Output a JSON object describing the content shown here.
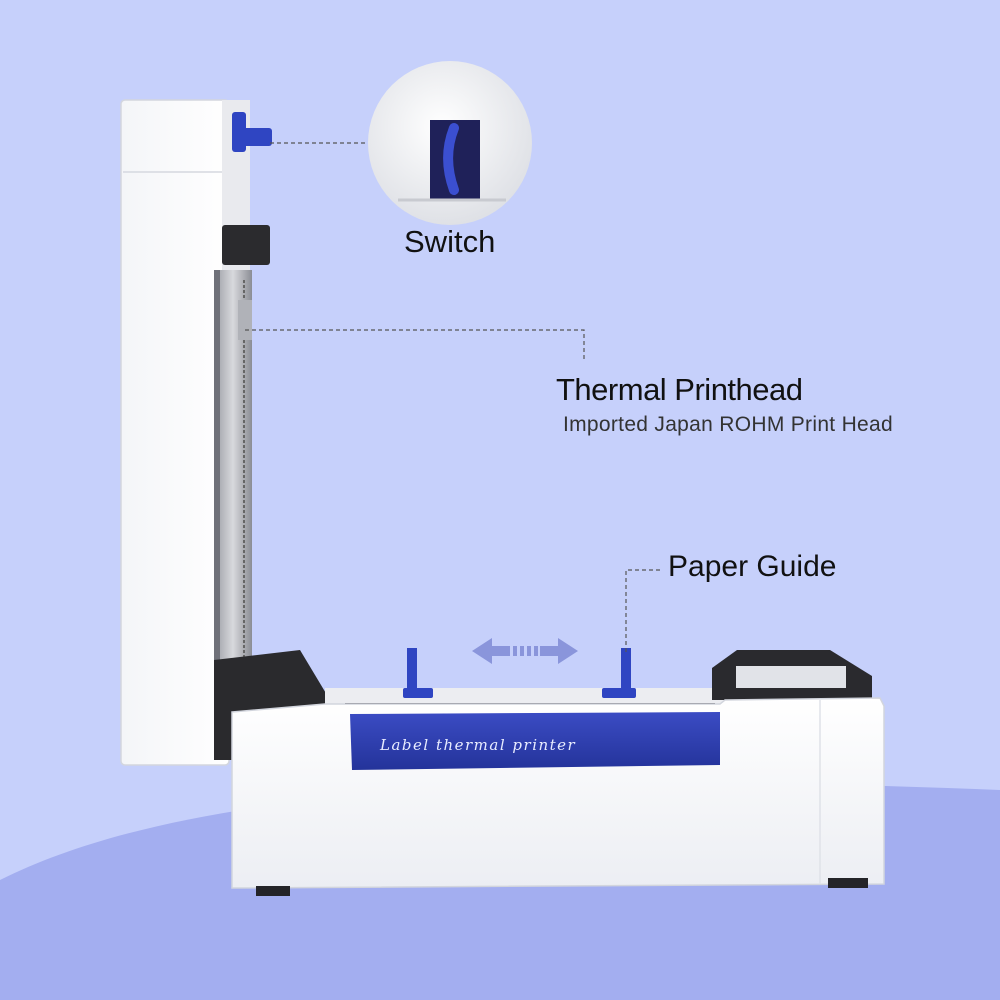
{
  "callouts": {
    "switch": "Switch",
    "thermal_printhead": "Thermal Printhead",
    "printhead_detail": "Imported Japan ROHM Print Head",
    "paper_guide": "Paper Guide"
  },
  "printer": {
    "front_text": "Label thermal printer"
  },
  "colors": {
    "background": "#c6d0fb",
    "floor": "#a3aef0",
    "printer_body": "#ffffff",
    "accent_blue": "#2e3fae"
  }
}
